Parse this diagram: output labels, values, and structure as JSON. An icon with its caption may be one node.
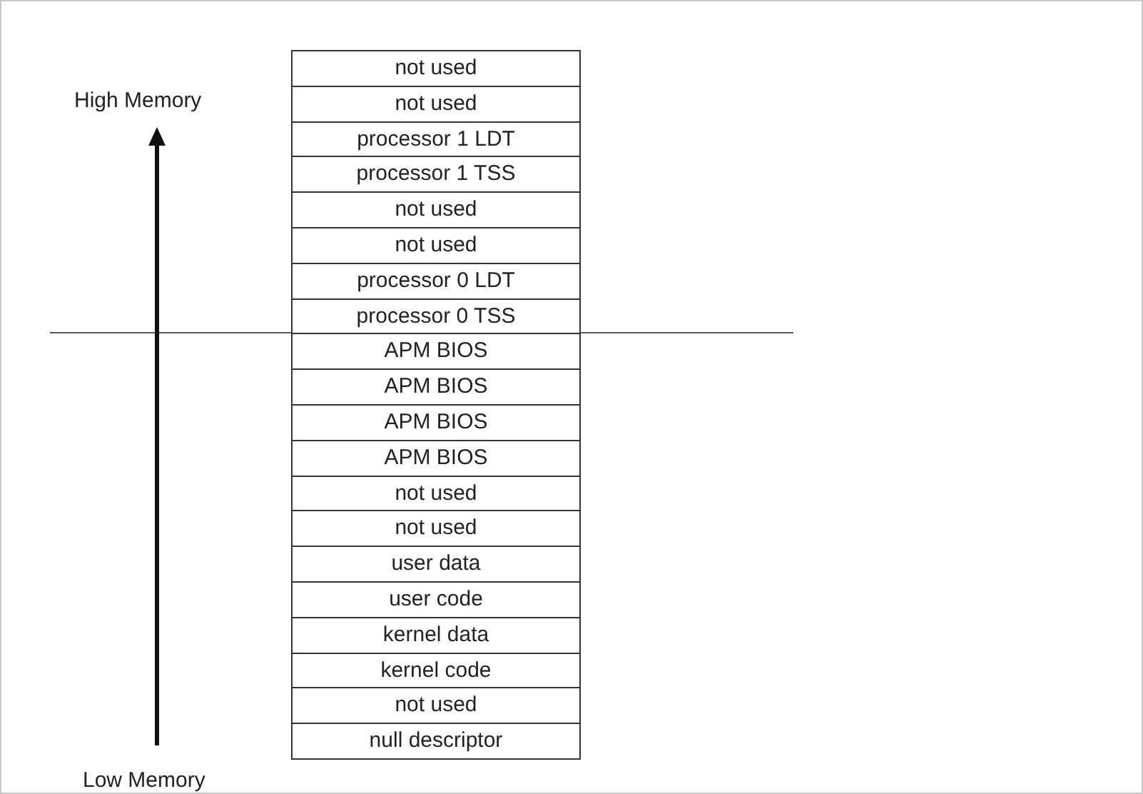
{
  "diagram": {
    "nodes": [
      {
        "text": [
          "not used"
        ]
      },
      {
        "text": [
          "not used"
        ]
      },
      {
        "text": [
          "processor 1 LDT"
        ]
      },
      {
        "text": [
          "processor 1 TSS"
        ]
      },
      {
        "text": [
          "not used"
        ]
      },
      {
        "text": [
          "not used"
        ]
      },
      {
        "text": [
          "processor 0 LDT"
        ]
      },
      {
        "text": [
          "processor 0 TSS"
        ]
      },
      {
        "text": [
          "APM BIOS"
        ]
      },
      {
        "text": [
          "APM BIOS"
        ]
      },
      {
        "text": [
          "APM BIOS"
        ]
      },
      {
        "text": [
          "APM BIOS"
        ]
      },
      {
        "text": [
          "not used"
        ]
      },
      {
        "text": [
          "not used"
        ]
      },
      {
        "text": [
          "user data"
        ]
      },
      {
        "text": [
          "user code"
        ]
      },
      {
        "text": [
          "kernel data"
        ]
      },
      {
        "text": [
          "kernel code"
        ]
      },
      {
        "text": [
          "not used"
        ]
      },
      {
        "text": [
          "null descriptor"
        ]
      }
    ],
    "labels": [
      "High Memory",
      "Low Memory"
    ]
  }
}
